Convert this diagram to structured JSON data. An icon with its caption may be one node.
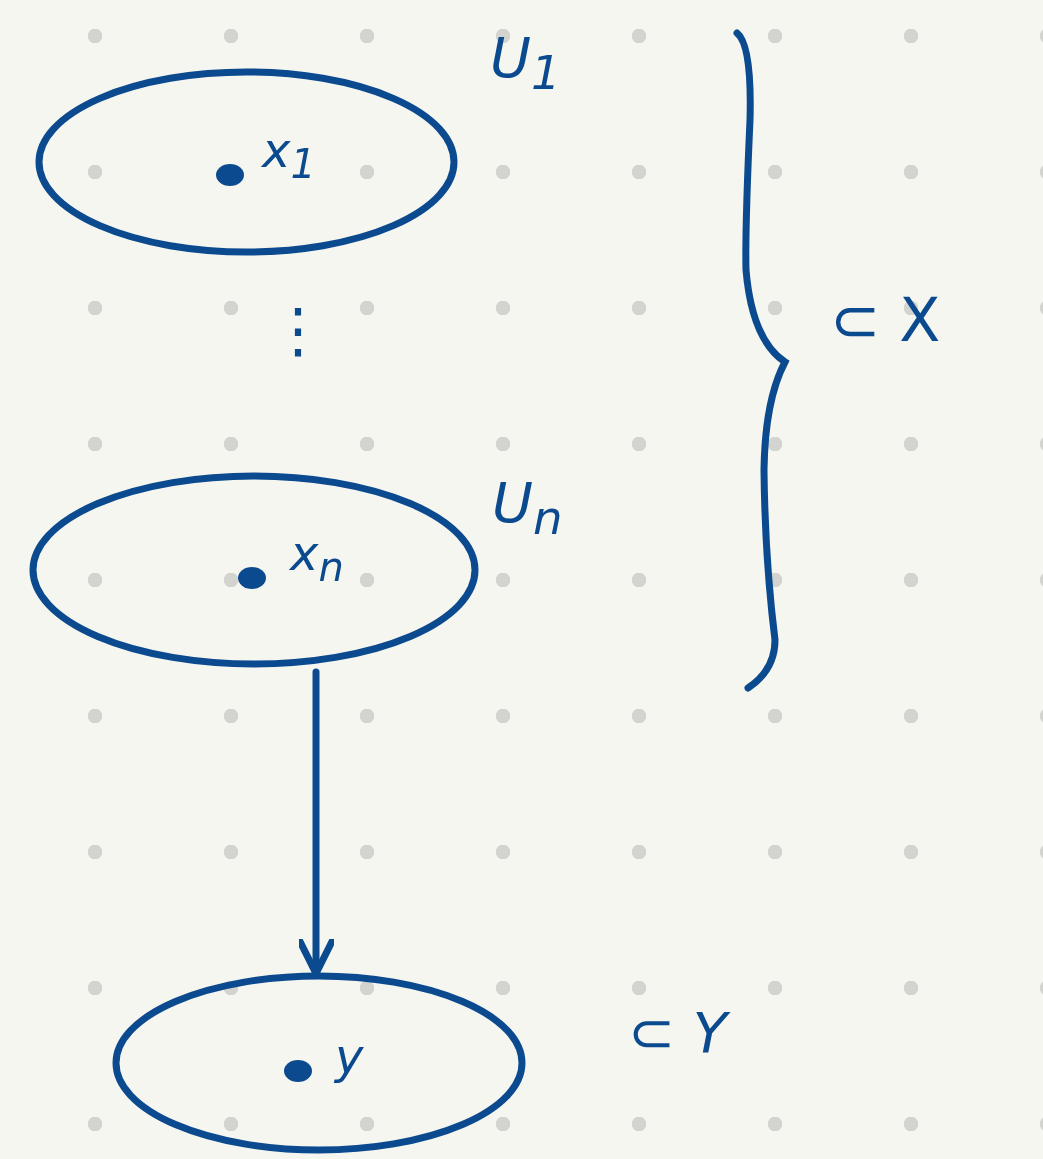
{
  "diagram": {
    "nodes": [
      {
        "text": [
          "x$_{1}$"
        ],
        "beside": [
          "U$_{1}$"
        ]
      },
      {
        "text": [
          "x$_{n}$"
        ],
        "beside": [
          "U$_{n}$"
        ]
      },
      {
        "text": [
          "y"
        ],
        "beside": [
          "⊂ Y"
        ]
      }
    ],
    "edges": [
      {
        "from": 1,
        "to": 2,
        "arrow": "to"
      }
    ],
    "labels": [
      "⋮",
      "⊂ X"
    ]
  }
}
